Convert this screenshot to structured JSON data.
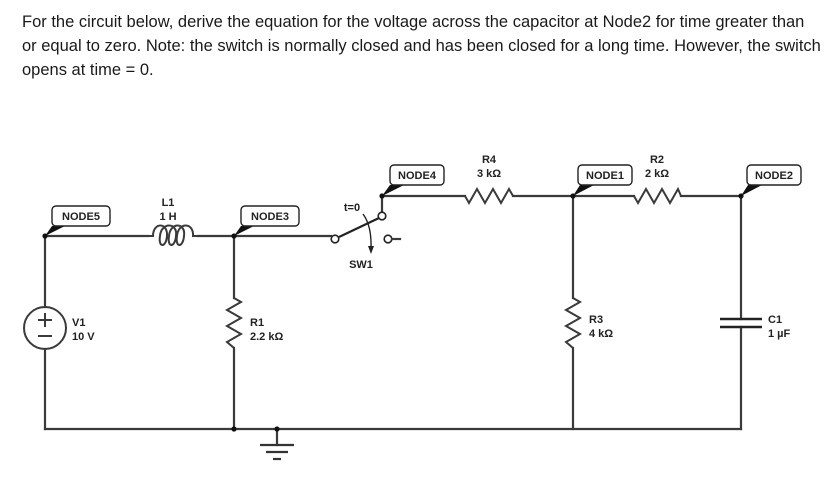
{
  "question": {
    "text": "For the circuit below, derive the equation for the voltage across the capacitor at Node2 for time greater than or equal to zero.  Note: the switch is normally closed and has been closed for a long time.  However, the switch opens at time = 0."
  },
  "nodes": {
    "node5": "NODE5",
    "node3": "NODE3",
    "node4": "NODE4",
    "node1": "NODE1",
    "node2": "NODE2"
  },
  "components": {
    "v1": {
      "name": "V1",
      "value": "10 V",
      "plus": "+",
      "minus": "−"
    },
    "l1": {
      "name": "L1",
      "value": "1 H"
    },
    "r1": {
      "name": "R1",
      "value": "2.2 kΩ"
    },
    "sw1": {
      "name": "SW1",
      "timing": "t=0"
    },
    "r4": {
      "name": "R4",
      "value": "3 kΩ"
    },
    "r2": {
      "name": "R2",
      "value": "2 kΩ"
    },
    "r3": {
      "name": "R3",
      "value": "4 kΩ"
    },
    "c1": {
      "name": "C1",
      "value": "1 µF"
    }
  }
}
